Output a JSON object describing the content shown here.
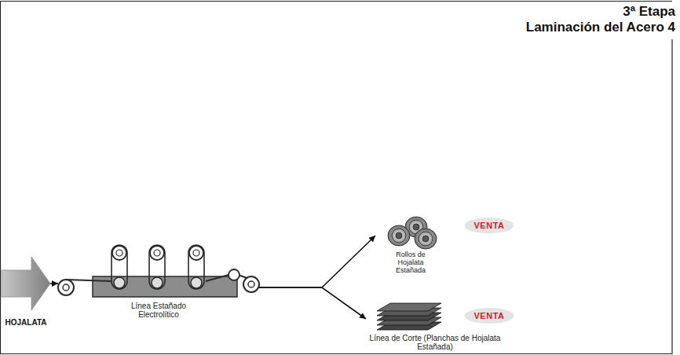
{
  "diagram": {
    "title": "3ª Etapa",
    "nodes": [
      {
        "text": [
          "HOJALATA"
        ]
      },
      {
        "text": [
          "Línea Estañado Electrolítico"
        ]
      },
      {
        "text": [
          "Rollos de Hojalata Estañada"
        ]
      },
      {
        "text": [
          "VENTA"
        ]
      },
      {
        "text": [
          "Línea de Corte (Planchas de Hojalata Estañada)"
        ]
      },
      {
        "text": [
          "VENTA"
        ]
      }
    ],
    "edges": [
      {
        "from": 0,
        "to": 1,
        "arrow": "to"
      },
      {
        "from": 1,
        "to": 2,
        "arrow": "to"
      },
      {
        "from": 1,
        "to": 4,
        "arrow": "to"
      }
    ],
    "labels": [
      "Laminación del Acero 4"
    ]
  }
}
